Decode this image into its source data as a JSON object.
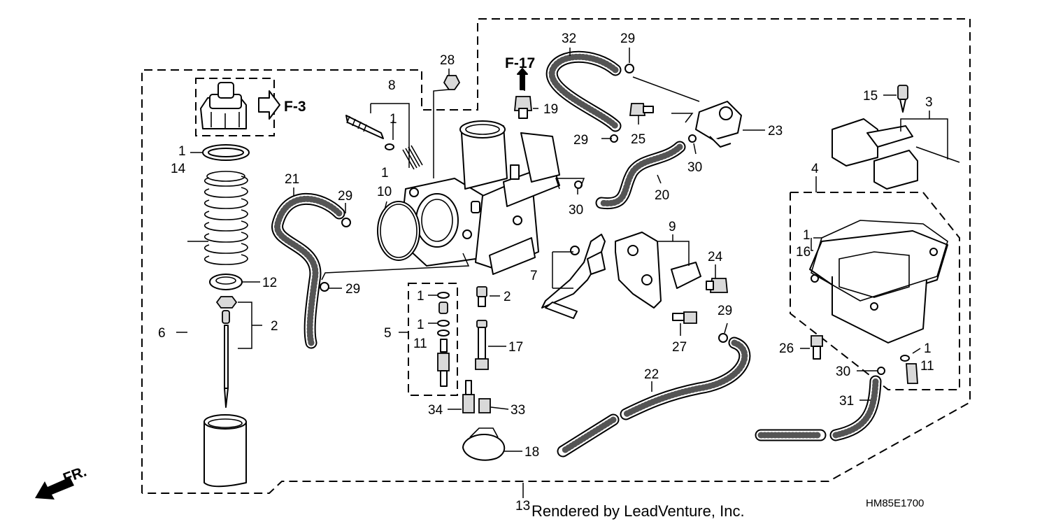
{
  "diagram": {
    "refs": {
      "f3": "F-3",
      "f17": "F-17"
    },
    "direction": "FR.",
    "footer": "Rendered by LeadVenture, Inc.",
    "code": "HM85E1700",
    "callouts": [
      {
        "id": "c28",
        "text": "28"
      },
      {
        "id": "c8",
        "text": "8"
      },
      {
        "id": "c1a",
        "text": "1"
      },
      {
        "id": "c19",
        "text": "19"
      },
      {
        "id": "c32",
        "text": "32"
      },
      {
        "id": "c29a",
        "text": "29"
      },
      {
        "id": "c29b",
        "text": "29"
      },
      {
        "id": "c25",
        "text": "25"
      },
      {
        "id": "c23",
        "text": "23"
      },
      {
        "id": "c30a",
        "text": "30"
      },
      {
        "id": "c20",
        "text": "20"
      },
      {
        "id": "c30b",
        "text": "30"
      },
      {
        "id": "c15",
        "text": "15"
      },
      {
        "id": "c3",
        "text": "3"
      },
      {
        "id": "c4",
        "text": "4"
      },
      {
        "id": "c1b",
        "text": "1"
      },
      {
        "id": "c14",
        "text": "14"
      },
      {
        "id": "c21",
        "text": "21"
      },
      {
        "id": "c29c",
        "text": "29"
      },
      {
        "id": "c1c",
        "text": "1"
      },
      {
        "id": "c10",
        "text": "10"
      },
      {
        "id": "c9",
        "text": "9"
      },
      {
        "id": "c1d",
        "text": "1"
      },
      {
        "id": "c16",
        "text": "16"
      },
      {
        "id": "c7",
        "text": "7"
      },
      {
        "id": "c24",
        "text": "24"
      },
      {
        "id": "c12",
        "text": "12"
      },
      {
        "id": "c29d",
        "text": "29"
      },
      {
        "id": "c1e",
        "text": "1"
      },
      {
        "id": "c2a",
        "text": "2"
      },
      {
        "id": "c2b",
        "text": "2"
      },
      {
        "id": "c6",
        "text": "6"
      },
      {
        "id": "c5",
        "text": "5"
      },
      {
        "id": "c1f",
        "text": "1"
      },
      {
        "id": "c11a",
        "text": "11"
      },
      {
        "id": "c17",
        "text": "17"
      },
      {
        "id": "c29e",
        "text": "29"
      },
      {
        "id": "c27",
        "text": "27"
      },
      {
        "id": "c26",
        "text": "26"
      },
      {
        "id": "c1g",
        "text": "1"
      },
      {
        "id": "c11b",
        "text": "11"
      },
      {
        "id": "c22",
        "text": "22"
      },
      {
        "id": "c30c",
        "text": "30"
      },
      {
        "id": "c31",
        "text": "31"
      },
      {
        "id": "c34",
        "text": "34"
      },
      {
        "id": "c33",
        "text": "33"
      },
      {
        "id": "c18",
        "text": "18"
      },
      {
        "id": "c13",
        "text": "13"
      }
    ]
  }
}
